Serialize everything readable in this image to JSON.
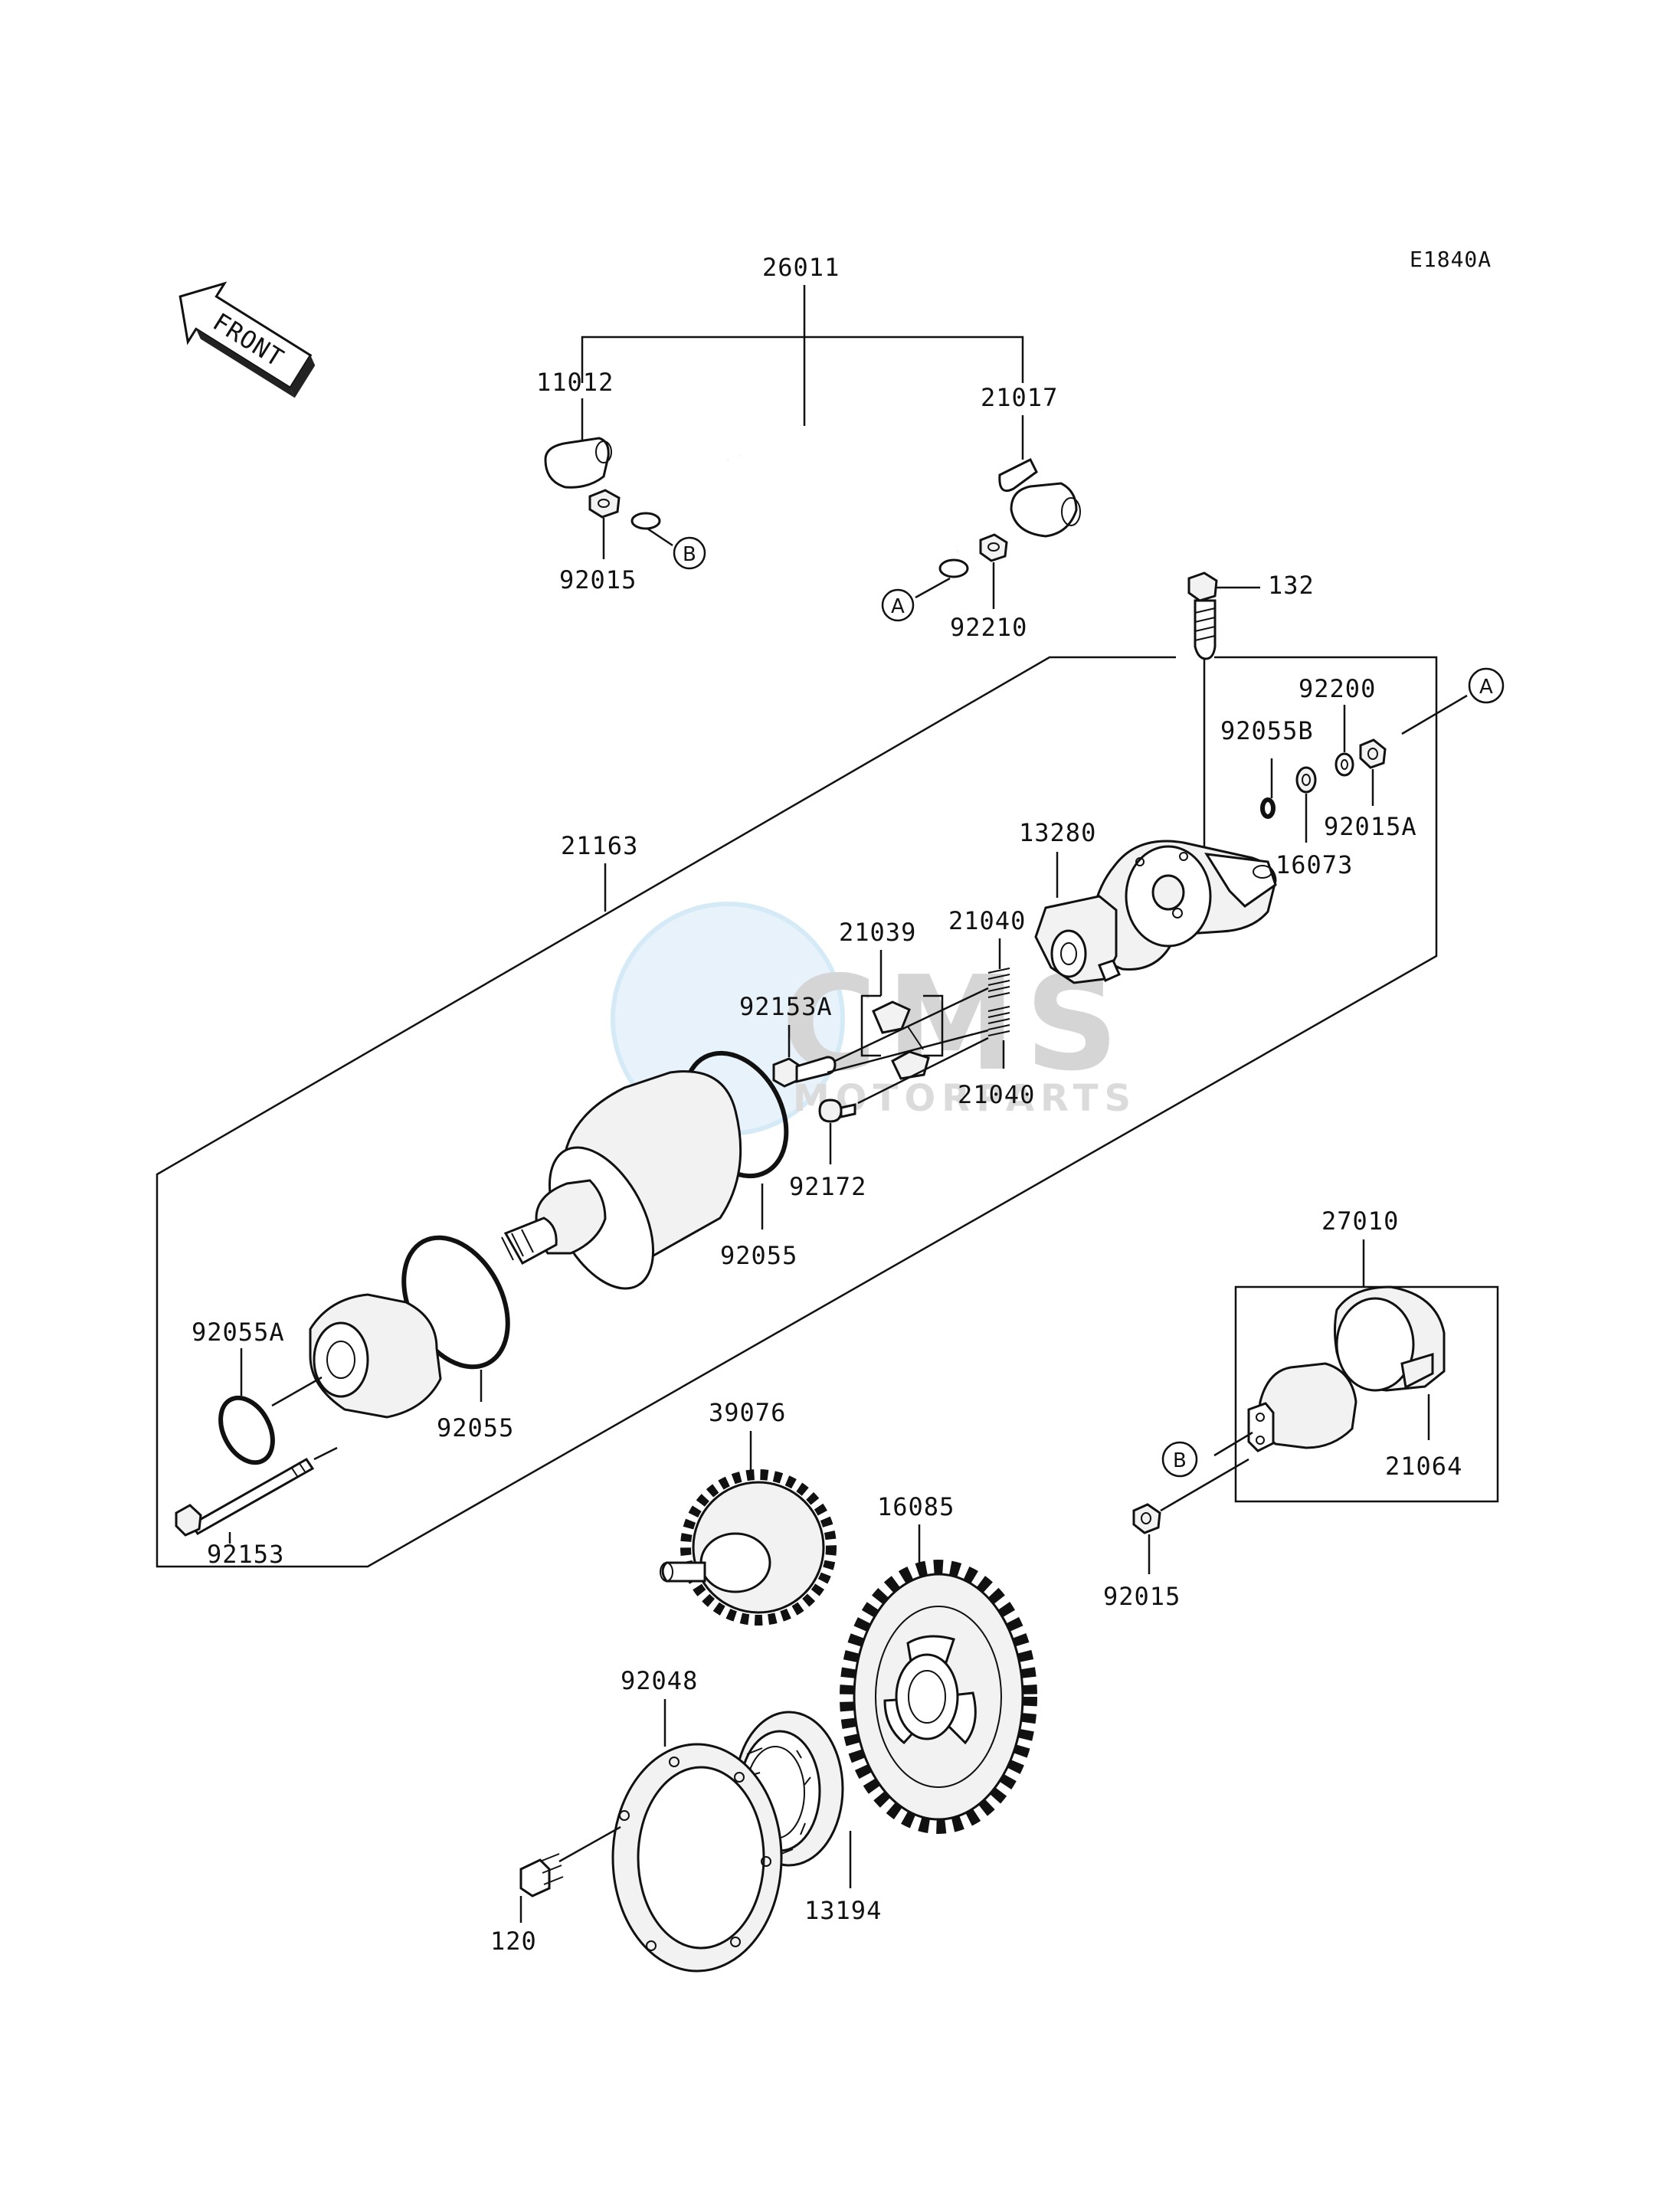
{
  "diagram_code": "E1840A",
  "front_label": "FRONT",
  "watermark": {
    "brand": "CMS",
    "tagline": "MOTORPARTS"
  },
  "callouts": {
    "A": "A",
    "B": "B"
  },
  "parts": {
    "p26011": "26011",
    "p11012": "11012",
    "p21017": "21017",
    "p92015_top": "92015",
    "p92210": "92210",
    "p132": "132",
    "p92200": "92200",
    "p92055B": "92055B",
    "p92015A": "92015A",
    "p16073": "16073",
    "p13280": "13280",
    "p21163": "21163",
    "p21039": "21039",
    "p21040_a": "21040",
    "p21040_b": "21040",
    "p92153A": "92153A",
    "p92172": "92172",
    "p92055_mid": "92055",
    "p92055_left": "92055",
    "p92055A": "92055A",
    "p92153": "92153",
    "p27010": "27010",
    "p21064": "21064",
    "p92015_right": "92015",
    "p39076": "39076",
    "p16085": "16085",
    "p92048": "92048",
    "p120": "120",
    "p13194": "13194"
  }
}
